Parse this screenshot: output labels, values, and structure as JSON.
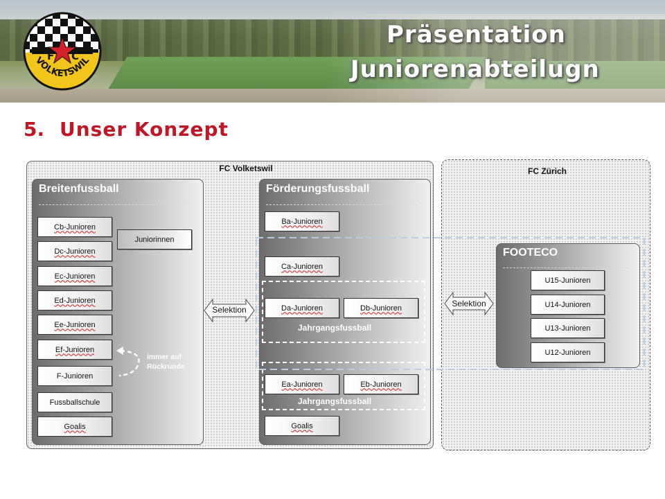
{
  "header": {
    "title_line1": "Präsentation",
    "title_line2": "Juniorenabteilugn",
    "logo": {
      "name": "fc-volketswil-logo",
      "text_top": "F",
      "text_right": "C",
      "text_bottom": "VOLKETSWIL",
      "colors": {
        "red": "#d4202a",
        "yellow": "#f2c51a",
        "black": "#111111"
      }
    }
  },
  "section": {
    "number": "5.",
    "title": "Unser Konzept",
    "color": "#bf1727"
  },
  "volketswil": {
    "title": "FC Volketswil",
    "breitenfussball": {
      "title": "Breitenfussball",
      "teams": [
        "Cb-Junioren",
        "Dc-Junioren",
        "Ec-Junioren",
        "Ed-Junioren",
        "Ee-Junioren",
        "Ef-Junioren",
        "F-Junioren",
        "Fussballschule",
        "Goalis"
      ],
      "juniorinnen": "Juniorinnen",
      "note_line1": "immer auf",
      "note_line2": "Rückrunde"
    },
    "foerderungsfussball": {
      "title": "Förderungsfussball",
      "ba": "Ba-Junioren",
      "ca": "Ca-Junioren",
      "da": "Da-Junioren",
      "db": "Db-Junioren",
      "group1_label": "Jahrgangsfussball",
      "ea": "Ea-Junioren",
      "eb": "Eb-Junioren",
      "group2_label": "Jahrgangsfussball",
      "goalis": "Goalis"
    }
  },
  "selektion_left": "Selektion",
  "selektion_right": "Selektion",
  "zuerich": {
    "title": "FC Zürich",
    "footeco": {
      "title": "FOOTECO",
      "teams": [
        "U15-Junioren",
        "U14-Junioren",
        "U13-Junioren",
        "U12-Junioren"
      ]
    }
  },
  "colors": {
    "highlight_dash": "#b7cde6",
    "panel_border": "#5a5a5a"
  }
}
